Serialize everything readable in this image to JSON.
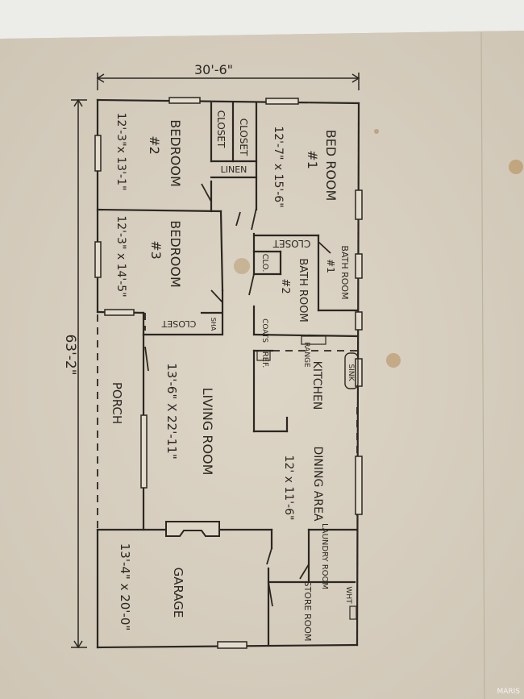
{
  "dimensions": {
    "width": "30'-6\"",
    "depth": "63'-2\""
  },
  "rooms": {
    "bedroom1": {
      "name_line1": "BED ROOM",
      "name_line2": "#1",
      "size": "12'-7\" x 15'-6\""
    },
    "bedroom2": {
      "name_line1": "BEDROOM",
      "name_line2": "#2",
      "size": "12'-3\"x 13'-1\""
    },
    "bedroom3": {
      "name_line1": "BEDROOM",
      "name_line2": "#3",
      "size": "12'-3\" x 14'-5\""
    },
    "bath1": {
      "name_line1": "BATH ROOM",
      "name_line2": "#1"
    },
    "bath2": {
      "name_line1": "BATH ROOM",
      "name_line2": "#2"
    },
    "living": {
      "size": "13'-6\" X 22'-11\"",
      "name": "LIVING ROOM"
    },
    "kitchen": {
      "name": "KITCHEN"
    },
    "dining": {
      "name": "DINING AREA",
      "size": "12' x 11'-6\""
    },
    "garage": {
      "size": "13'-4\" x 20'-0\"",
      "name": "GARAGE"
    },
    "laundry": {
      "name": "LAUNDRY ROOM"
    },
    "store": {
      "name": "STORE ROOM"
    },
    "porch": {
      "name": "PORCH"
    }
  },
  "fixtures": {
    "closet_upper_a": "CLOSET",
    "closet_upper_b": "CLOSET",
    "linen": "LINEN",
    "closet_mid": "CLOSET",
    "clo_small": "CLO.",
    "closet_bed3": "CLOSET",
    "sha": "SHA",
    "coats": "COATS",
    "range": "RANGE",
    "ref": "REF.",
    "sink": "SINK",
    "wh": "WHT"
  },
  "watermark": "MARIS"
}
